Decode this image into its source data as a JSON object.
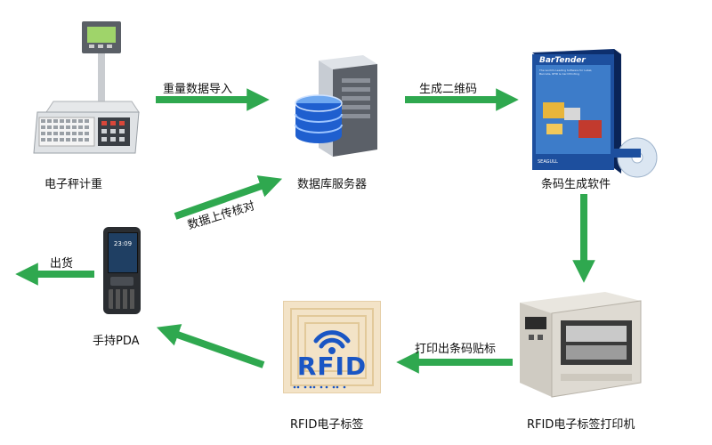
{
  "nodes": {
    "scale": "电子秤计重",
    "server": "数据库服务器",
    "software": "条码生成软件",
    "printer": "RFID电子标签打印机",
    "rfid_tag": "RFID电子标签",
    "pda": "手持PDA"
  },
  "edges": {
    "scale_to_server": "重量数据导入",
    "server_to_software": "生成二维码",
    "pda_to_server": "数据上传核对",
    "printer_to_rfid": "打印出条码贴标",
    "pda_out": "出货"
  },
  "software_box": {
    "brand": "BarTender",
    "tagline": "The world's Leading Software for Label, Barcode, RFID & Card Printing",
    "vendor": "SEAGULL"
  },
  "rfid_logo": "RFID",
  "pda_screen_time": "23:09",
  "colors": {
    "arrow": "#2fa84f",
    "rfid_blue": "#1a56c4",
    "tag_bg": "#f3e3c7"
  }
}
